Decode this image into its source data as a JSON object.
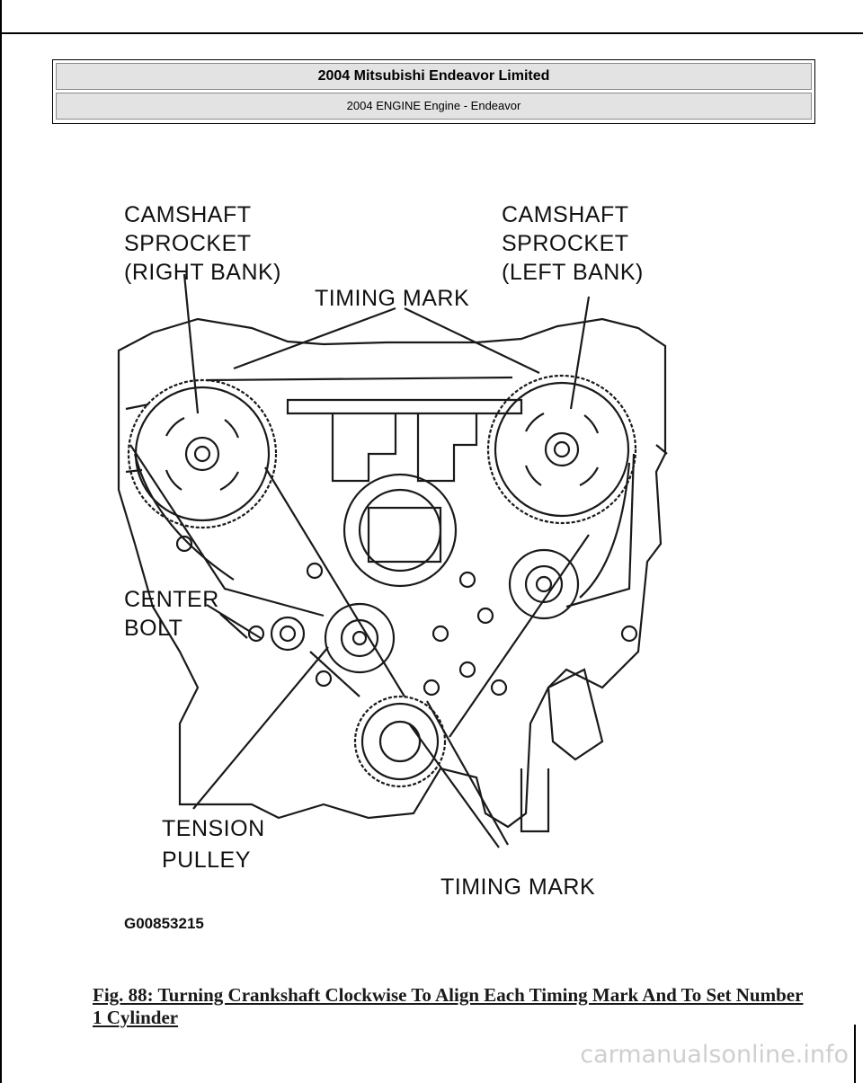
{
  "header": {
    "title": "2004 Mitsubishi Endeavor Limited",
    "subtitle": "2004 ENGINE Engine - Endeavor"
  },
  "figure": {
    "labels": {
      "camshaft_right_1": "CAMSHAFT",
      "camshaft_right_2": "SPROCKET",
      "camshaft_right_3": "(RIGHT BANK)",
      "camshaft_left_1": "CAMSHAFT",
      "camshaft_left_2": "SPROCKET",
      "camshaft_left_3": "(LEFT BANK)",
      "timing_mark_top": "TIMING MARK",
      "center_bolt_1": "CENTER",
      "center_bolt_2": "BOLT",
      "tension_pulley_1": "TENSION",
      "tension_pulley_2": "PULLEY",
      "timing_mark_bottom": "TIMING MARK",
      "figure_code": "G00853215"
    },
    "caption": "Fig. 88: Turning Crankshaft Clockwise To Align Each Timing Mark And To Set Number 1 Cylinder"
  },
  "watermark": "carmanualsonline.info"
}
